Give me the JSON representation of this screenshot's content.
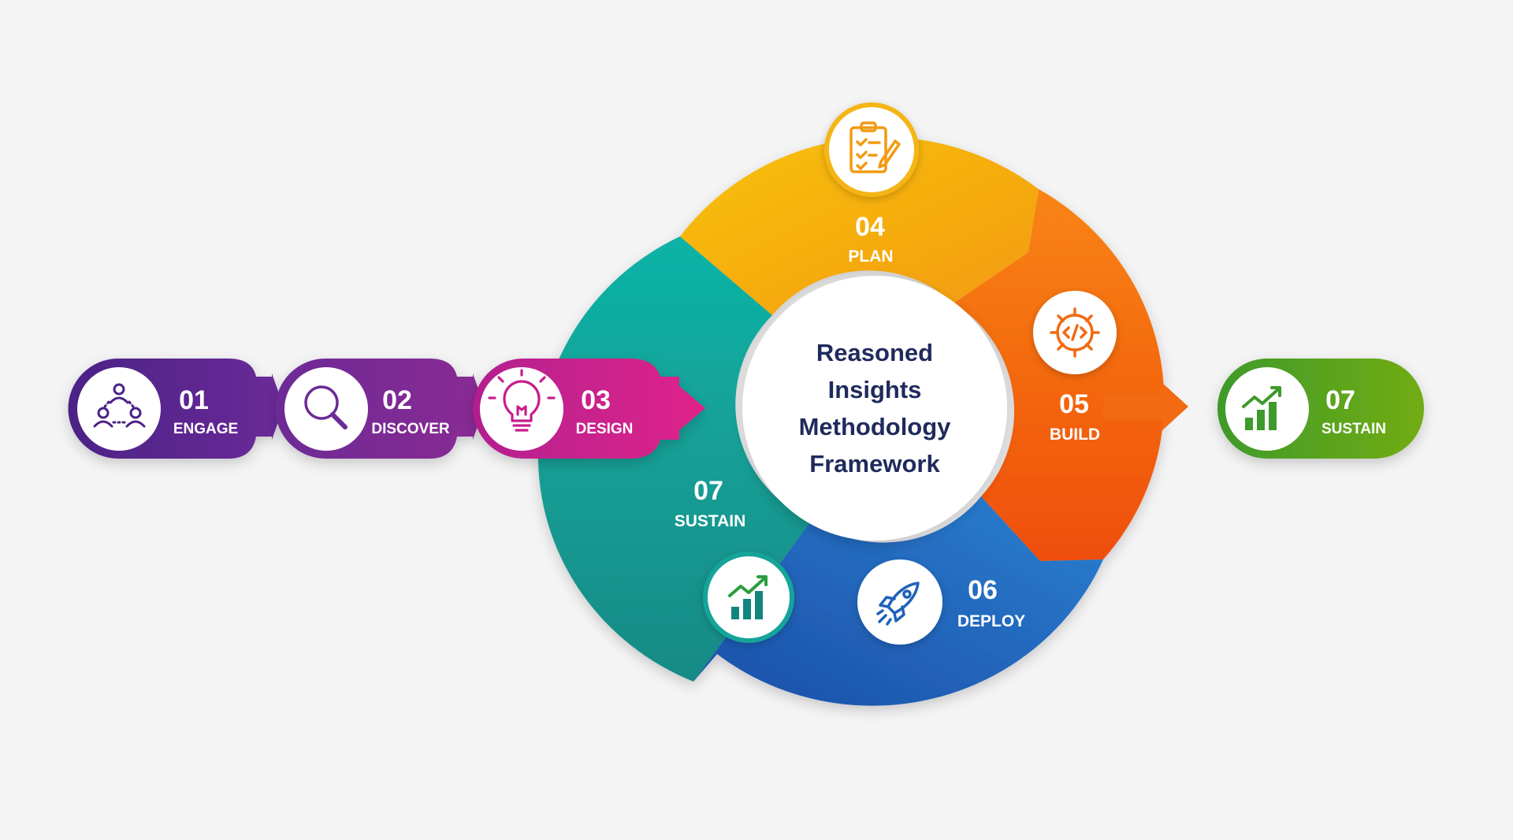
{
  "framework": {
    "title_lines": [
      "Reasoned",
      "Insights",
      "Methodology",
      "Framework"
    ]
  },
  "steps": {
    "engage": {
      "number": "01",
      "label": "ENGAGE",
      "color": "#5b2a91",
      "icon": "people-network-icon"
    },
    "discover": {
      "number": "02",
      "label": "DISCOVER",
      "color": "#7b2d93",
      "icon": "magnifier-icon"
    },
    "design": {
      "number": "03",
      "label": "DESIGN",
      "color": "#c81d8e",
      "icon": "lightbulb-icon"
    },
    "plan": {
      "number": "04",
      "label": "PLAN",
      "color": "#f5a712",
      "icon": "clipboard-checklist-icon"
    },
    "build": {
      "number": "05",
      "label": "BUILD",
      "color": "#f26a12",
      "icon": "gear-code-icon"
    },
    "deploy": {
      "number": "06",
      "label": "DEPLOY",
      "color": "#1f63b8",
      "icon": "rocket-icon"
    },
    "sustain_cycle": {
      "number": "07",
      "label": "SUSTAIN",
      "color": "#14a39a",
      "icon": "growth-chart-icon"
    },
    "sustain_output": {
      "number": "07",
      "label": "SUSTAIN",
      "color": "#5aa51f",
      "icon": "growth-chart-icon"
    }
  }
}
